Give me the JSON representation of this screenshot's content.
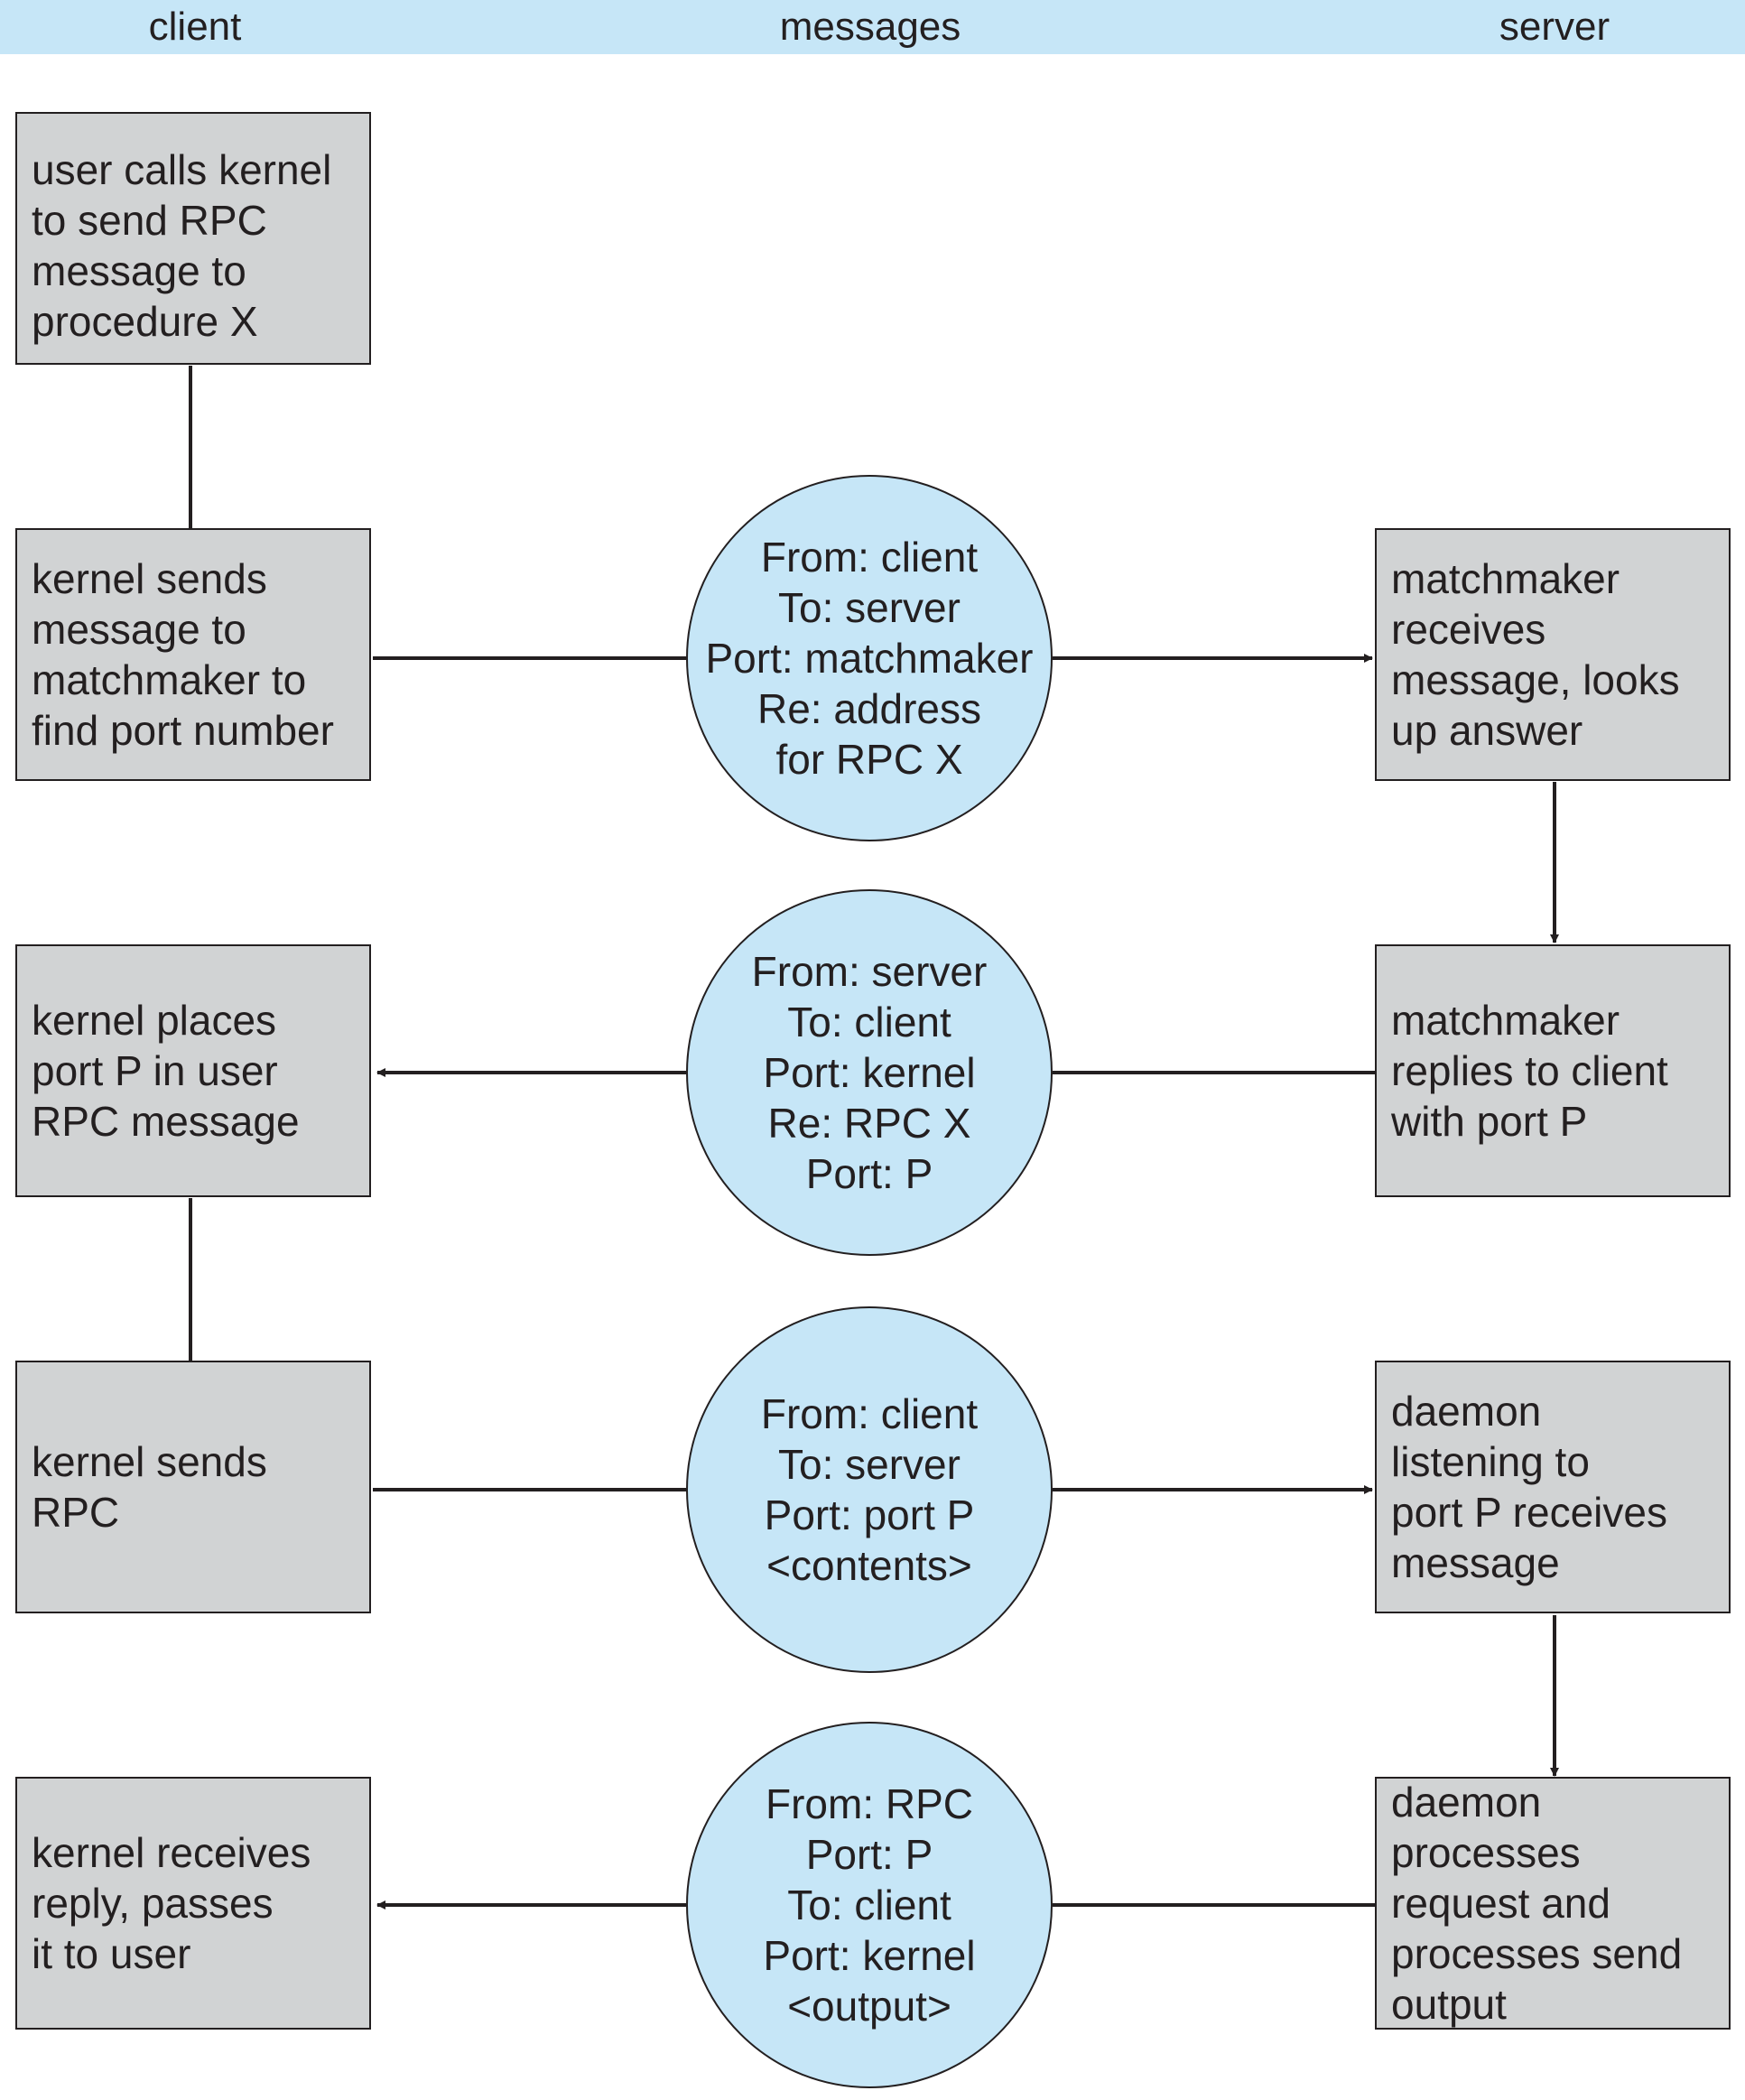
{
  "header": {
    "client": "client",
    "messages": "messages",
    "server": "server"
  },
  "colors": {
    "header_bg": "#c6e6f7",
    "box_fill": "#d1d3d4",
    "message_fill": "#c6e6f7",
    "stroke": "#231f20"
  },
  "client_steps": [
    "user calls kernel\nto send RPC\nmessage to\nprocedure X",
    "kernel sends\nmessage to\nmatchmaker to\nfind port number",
    "kernel places\nport P in user\nRPC message",
    "kernel sends\nRPC",
    "kernel receives\nreply, passes\nit to user"
  ],
  "server_steps": [
    "matchmaker\nreceives\nmessage, looks\nup answer",
    "matchmaker\nreplies to client\nwith port P",
    "daemon\nlistening to\nport P receives\nmessage",
    "daemon\nprocesses\nrequest and\nprocesses send\noutput"
  ],
  "messages": [
    "From: client\nTo: server\nPort: matchmaker\nRe: address\nfor RPC X",
    "From: server\nTo: client\nPort: kernel\nRe: RPC X\nPort: P",
    "From: client\nTo: server\nPort: port P\n<contents>",
    "From: RPC\nPort: P\nTo: client\nPort: kernel\n<output>"
  ]
}
